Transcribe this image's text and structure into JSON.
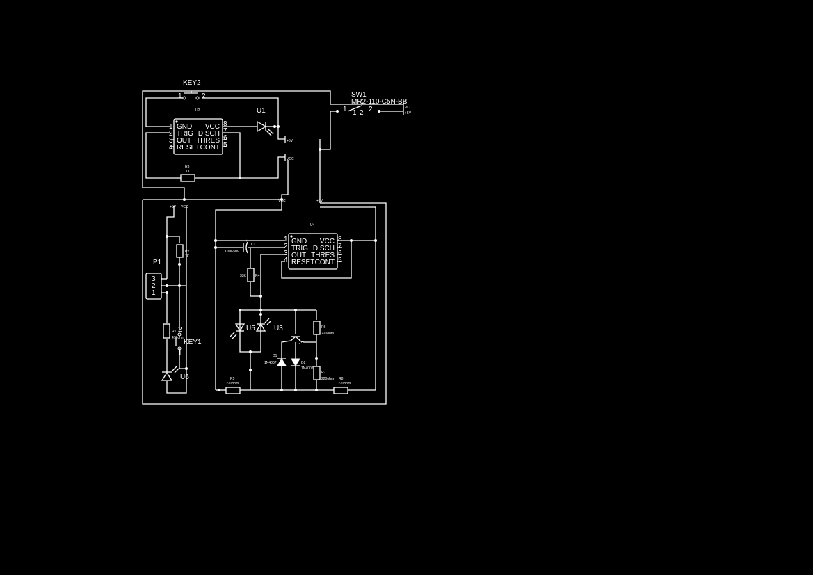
{
  "colors": {
    "background": "#000000",
    "wire": "#ffffff"
  },
  "components": {
    "key2": {
      "ref": "KEY2",
      "pin1": "1",
      "pin2": "2"
    },
    "sw1": {
      "ref": "SW1",
      "part": "MR2-110-C5N-BB",
      "pin1": "1",
      "pin2": "2",
      "pin1b": "1",
      "pin2b": "2"
    },
    "u2": {
      "ref": "U2",
      "pins_left": [
        "GND",
        "TRIG",
        "OUT",
        "RESET"
      ],
      "pins_right": [
        "VCC",
        "DISCH",
        "THRES",
        "CONT"
      ],
      "nums_left": [
        "1",
        "2",
        "3",
        "4"
      ],
      "nums_right": [
        "8",
        "7",
        "6",
        "5"
      ]
    },
    "u4": {
      "ref": "U4",
      "pins_left": [
        "GND",
        "TRIG",
        "OUT",
        "RESET"
      ],
      "pins_right": [
        "VCC",
        "DISCH",
        "THRES",
        "CONT"
      ],
      "nums_left": [
        "1",
        "2",
        "3",
        "4"
      ],
      "nums_right": [
        "8",
        "7",
        "6",
        "5"
      ]
    },
    "u1": {
      "ref": "U1"
    },
    "u3": {
      "ref": "U3"
    },
    "u5": {
      "ref": "U5"
    },
    "u6": {
      "ref": "U6"
    },
    "r1": {
      "ref": "R1",
      "value": "470ohm"
    },
    "r2": {
      "ref": "R2",
      "value": "1K"
    },
    "r3": {
      "ref": "R3",
      "value": "1K"
    },
    "r4": {
      "ref": "R4",
      "value": "33K"
    },
    "r5": {
      "ref": "R5",
      "value": "220ohm"
    },
    "r6": {
      "ref": "R6",
      "value": "220ohm"
    },
    "r7": {
      "ref": "R7",
      "value": "220ohm"
    },
    "r8": {
      "ref": "R8",
      "value": "220ohm"
    },
    "c1": {
      "ref": "C1",
      "value": "10UF50V",
      "polarity": "+"
    },
    "d1": {
      "ref": "D1",
      "value": "1N4007"
    },
    "d2": {
      "ref": "D2",
      "value": "1N4007"
    },
    "q1": {
      "ref": "Q1"
    },
    "key1": {
      "ref": "KEY1",
      "pin1": "1",
      "pin2": "2"
    },
    "p1": {
      "ref": "P1",
      "pins": [
        "3",
        "2",
        "1"
      ]
    }
  },
  "net_labels": {
    "vcc": "VCC",
    "p5v": "+5V"
  }
}
